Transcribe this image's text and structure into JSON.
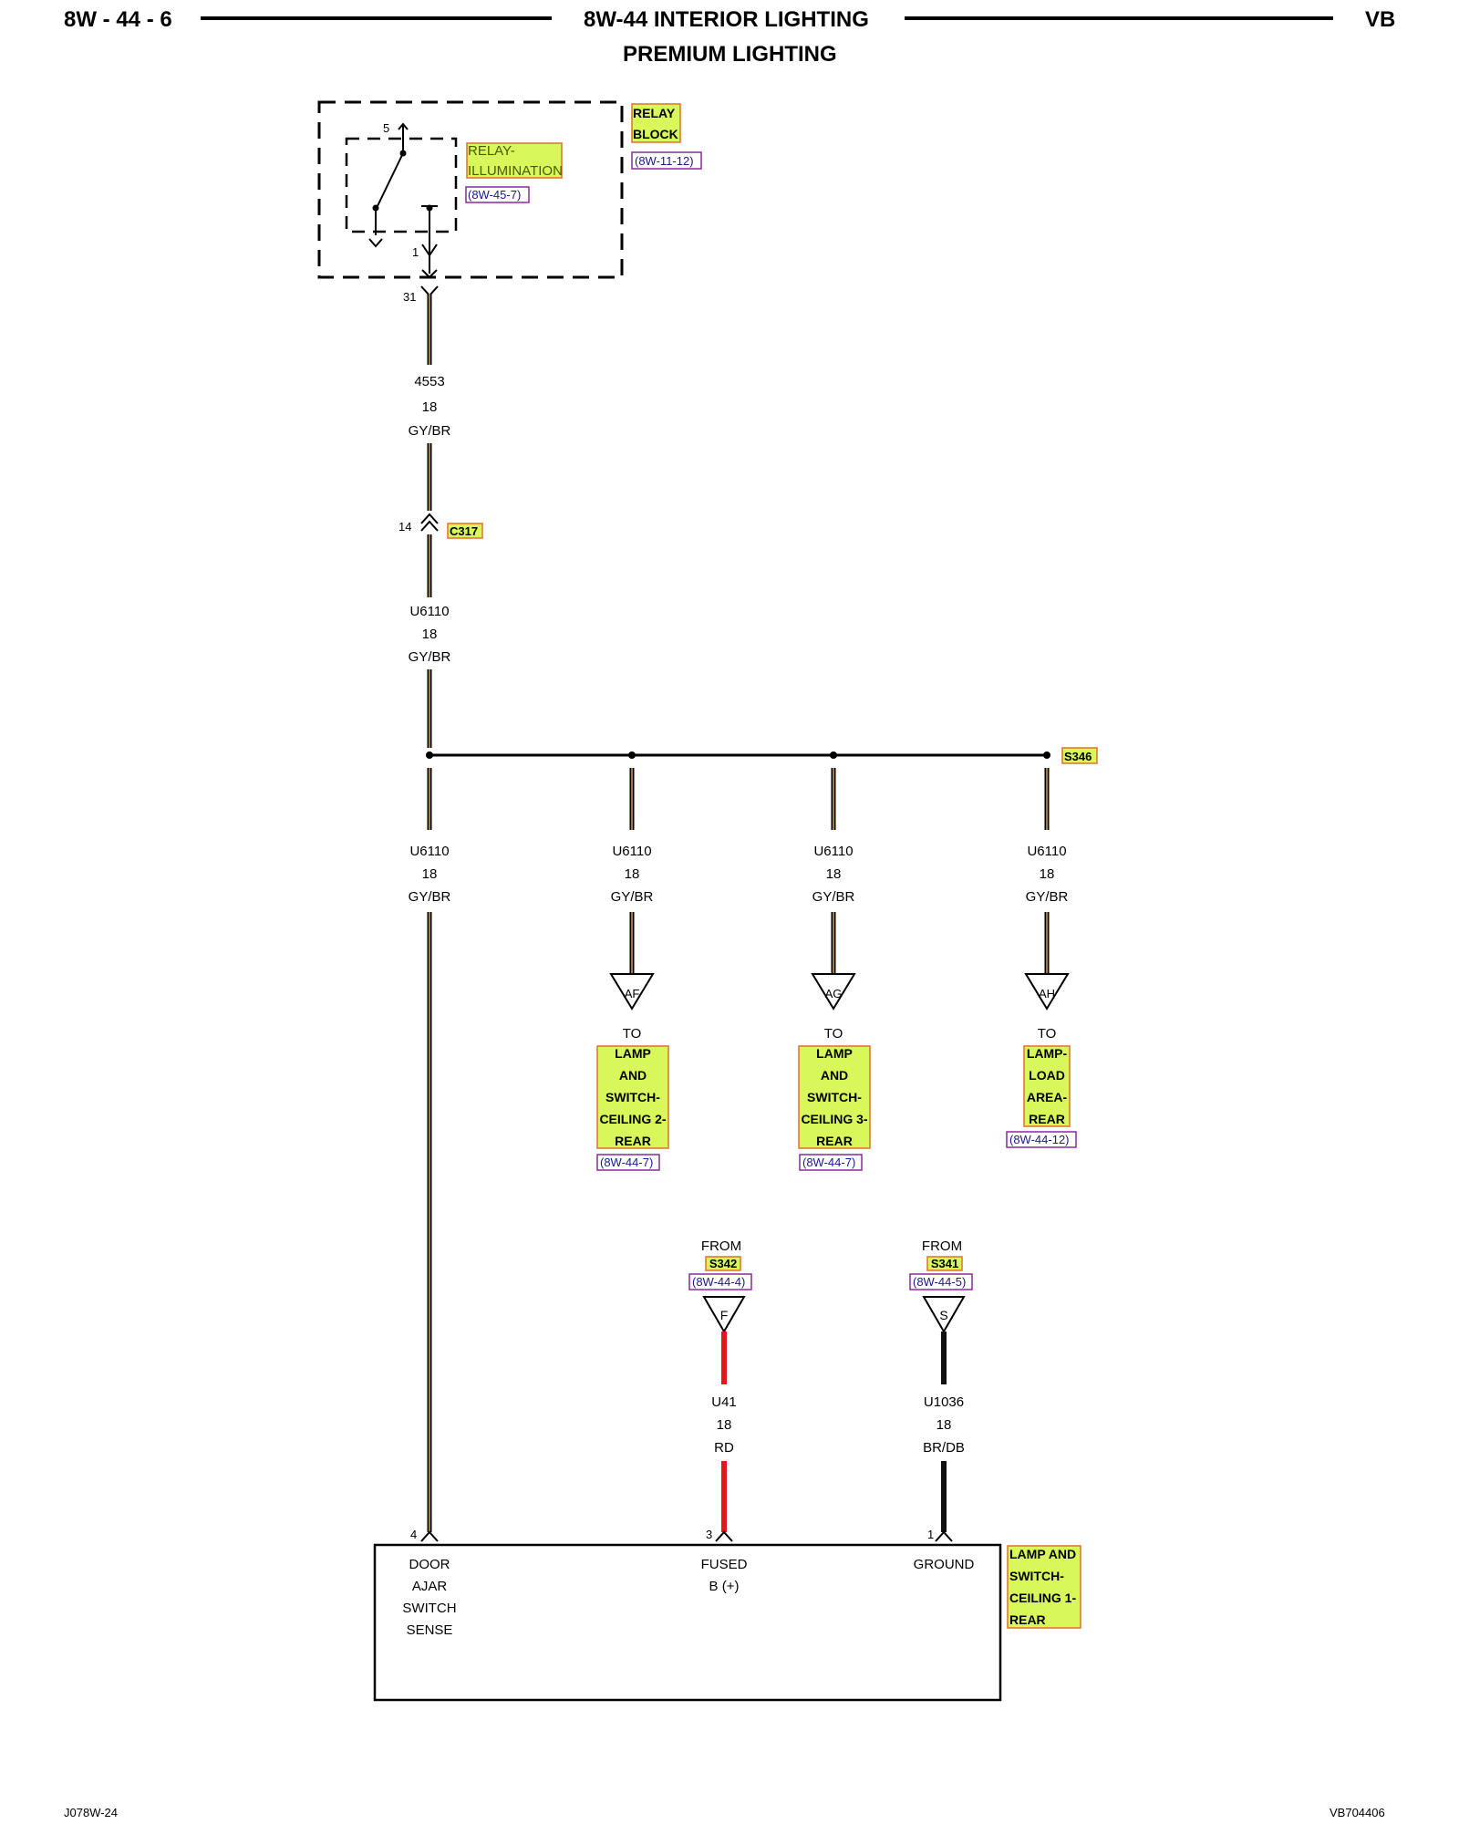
{
  "header": {
    "page_code": "8W - 44 - 6",
    "title": "8W-44 INTERIOR LIGHTING",
    "subtitle": "PREMIUM LIGHTING",
    "model": "VB"
  },
  "relay_block": {
    "name_line1": "RELAY",
    "name_line2": "BLOCK",
    "ref": "(8W-11-12)",
    "relay_line1": "RELAY-",
    "relay_line2": "ILLUMINATION",
    "relay_ref": "(8W-45-7)",
    "pin_top": "5",
    "pin_bottom": "1",
    "connector_pin": "31"
  },
  "wire_a": {
    "circuit": "4553",
    "gauge": "18",
    "color": "GY/BR"
  },
  "connector_c317": {
    "pin": "14",
    "name": "C317"
  },
  "wire_b": {
    "circuit": "U6110",
    "gauge": "18",
    "color": "GY/BR"
  },
  "splice": {
    "name": "S346"
  },
  "branches": [
    {
      "circuit": "U6110",
      "gauge": "18",
      "color": "GY/BR"
    },
    {
      "circuit": "U6110",
      "gauge": "18",
      "color": "GY/BR",
      "connector": "AF",
      "to": "TO",
      "dest": [
        "LAMP",
        "AND",
        "SWITCH-",
        "CEILING 2-",
        "REAR"
      ],
      "ref": "(8W-44-7)"
    },
    {
      "circuit": "U6110",
      "gauge": "18",
      "color": "GY/BR",
      "connector": "AG",
      "to": "TO",
      "dest": [
        "LAMP",
        "AND",
        "SWITCH-",
        "CEILING 3-",
        "REAR"
      ],
      "ref": "(8W-44-7)"
    },
    {
      "circuit": "U6110",
      "gauge": "18",
      "color": "GY/BR",
      "connector": "AH",
      "to": "TO",
      "dest": [
        "LAMP-",
        "LOAD",
        "AREA-",
        "REAR"
      ],
      "ref": "(8W-44-12)"
    }
  ],
  "feeds": [
    {
      "from": "FROM",
      "splice": "S342",
      "ref": "(8W-44-4)",
      "connector": "F",
      "circuit": "U41",
      "gauge": "18",
      "color": "RD",
      "wire_color": "#e8141b",
      "pin": "3"
    },
    {
      "from": "FROM",
      "splice": "S341",
      "ref": "(8W-44-5)",
      "connector": "S",
      "circuit": "U1036",
      "gauge": "18",
      "color": "BR/DB",
      "wire_color": "#111111",
      "pin": "1"
    }
  ],
  "component": {
    "name": [
      "LAMP AND",
      "SWITCH-",
      "CEILING 1-",
      "REAR"
    ],
    "pin_door": "4",
    "door_label": [
      "DOOR",
      "AJAR",
      "SWITCH",
      "SENSE"
    ],
    "fused_label": [
      "FUSED",
      "B (+)"
    ],
    "ground_label": [
      "GROUND"
    ]
  },
  "footer": {
    "left": "J078W-24",
    "right": "VB704406"
  },
  "colors": {
    "gy_br_wire": "#a07a3a",
    "highlight": "#d8f75a",
    "highlight_border": "#e0702a",
    "ref_border": "#8a2a9a"
  }
}
